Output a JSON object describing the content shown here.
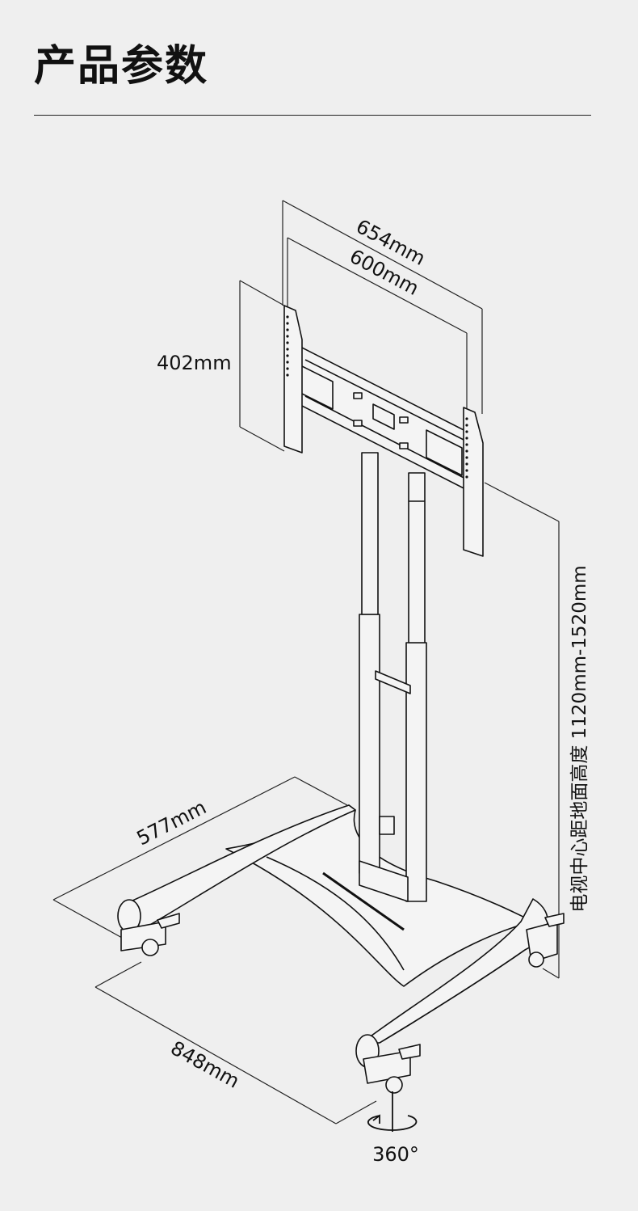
{
  "header": {
    "title": "产品参数"
  },
  "dimensions": {
    "total_width": "654mm",
    "hole_width": "600mm",
    "height": "402mm",
    "center_height": "电视中心距地面高度 1120mm-1520mm",
    "base_depth": "577mm",
    "base_width": "848mm",
    "rotation": "360°"
  },
  "colors": {
    "background": "#efefef",
    "line": "#111111"
  }
}
